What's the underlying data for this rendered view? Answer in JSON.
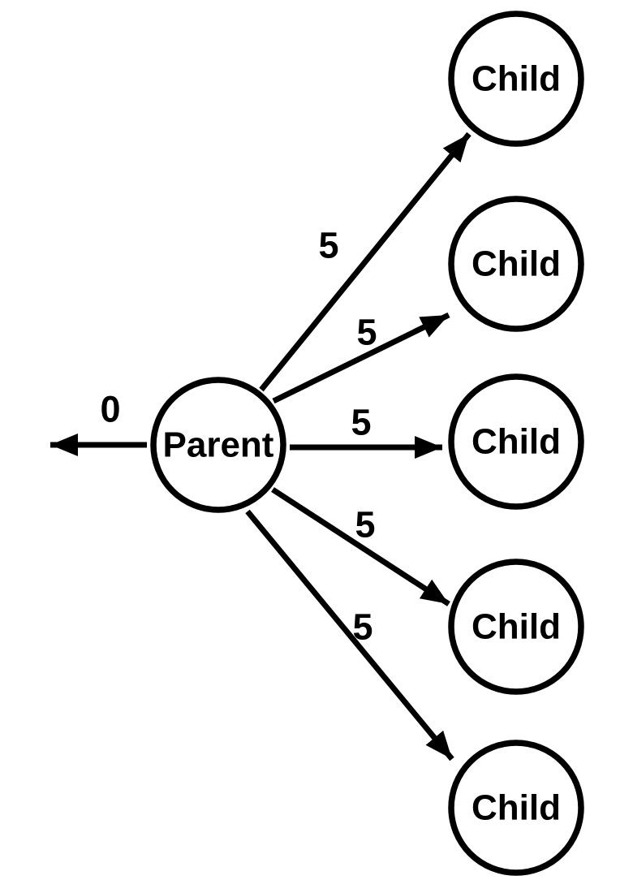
{
  "diagram": {
    "type": "directed-graph",
    "background_color": "#ffffff",
    "stroke_color": "#000000",
    "node_fill_color": "#ffffff",
    "nodes": [
      {
        "id": "parent",
        "label": "Parent"
      },
      {
        "id": "child-1",
        "label": "Child"
      },
      {
        "id": "child-2",
        "label": "Child"
      },
      {
        "id": "child-3",
        "label": "Child"
      },
      {
        "id": "child-4",
        "label": "Child"
      },
      {
        "id": "child-5",
        "label": "Child"
      }
    ],
    "edges": [
      {
        "from": "parent",
        "to": "offscreen-left",
        "label": "0"
      },
      {
        "from": "parent",
        "to": "child-1",
        "label": "5"
      },
      {
        "from": "parent",
        "to": "child-2",
        "label": "5"
      },
      {
        "from": "parent",
        "to": "child-3",
        "label": "5"
      },
      {
        "from": "parent",
        "to": "child-4",
        "label": "5"
      },
      {
        "from": "parent",
        "to": "child-5",
        "label": "5"
      }
    ]
  }
}
